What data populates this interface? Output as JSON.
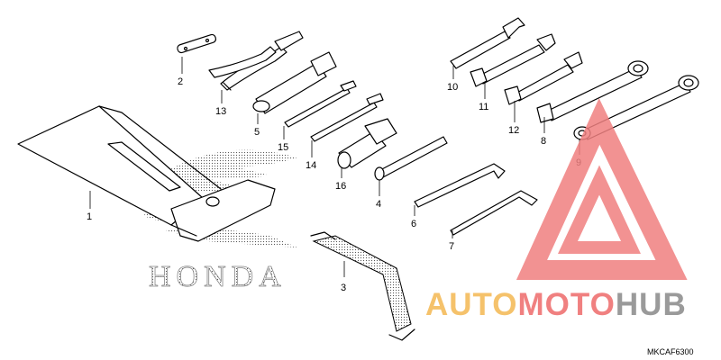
{
  "diagram": {
    "brand_text": "HONDA",
    "drawing_code": "MKCAF6300",
    "parts": [
      {
        "number": "1",
        "name": "tool-bag"
      },
      {
        "number": "2",
        "name": "screwdriver-grip"
      },
      {
        "number": "3",
        "name": "tool-strap"
      },
      {
        "number": "4",
        "name": "extension-bar"
      },
      {
        "number": "5",
        "name": "spark-plug-wrench"
      },
      {
        "number": "6",
        "name": "hex-wrench-large"
      },
      {
        "number": "7",
        "name": "hex-wrench-small"
      },
      {
        "number": "8",
        "name": "combination-wrench-8"
      },
      {
        "number": "9",
        "name": "combination-wrench-9"
      },
      {
        "number": "10",
        "name": "open-end-wrench-10"
      },
      {
        "number": "11",
        "name": "open-end-wrench-11"
      },
      {
        "number": "12",
        "name": "open-end-wrench-12"
      },
      {
        "number": "13",
        "name": "pliers"
      },
      {
        "number": "14",
        "name": "screwdriver-phillips"
      },
      {
        "number": "15",
        "name": "screwdriver-flat"
      },
      {
        "number": "16",
        "name": "screwdriver-handle"
      }
    ]
  },
  "watermark": {
    "word_parts": [
      "AUTO",
      "MOTO",
      "HUB"
    ],
    "colors": {
      "accent_red": "#f08080",
      "accent_orange": "#f5c26b",
      "accent_grey": "#9a9a9a"
    }
  }
}
